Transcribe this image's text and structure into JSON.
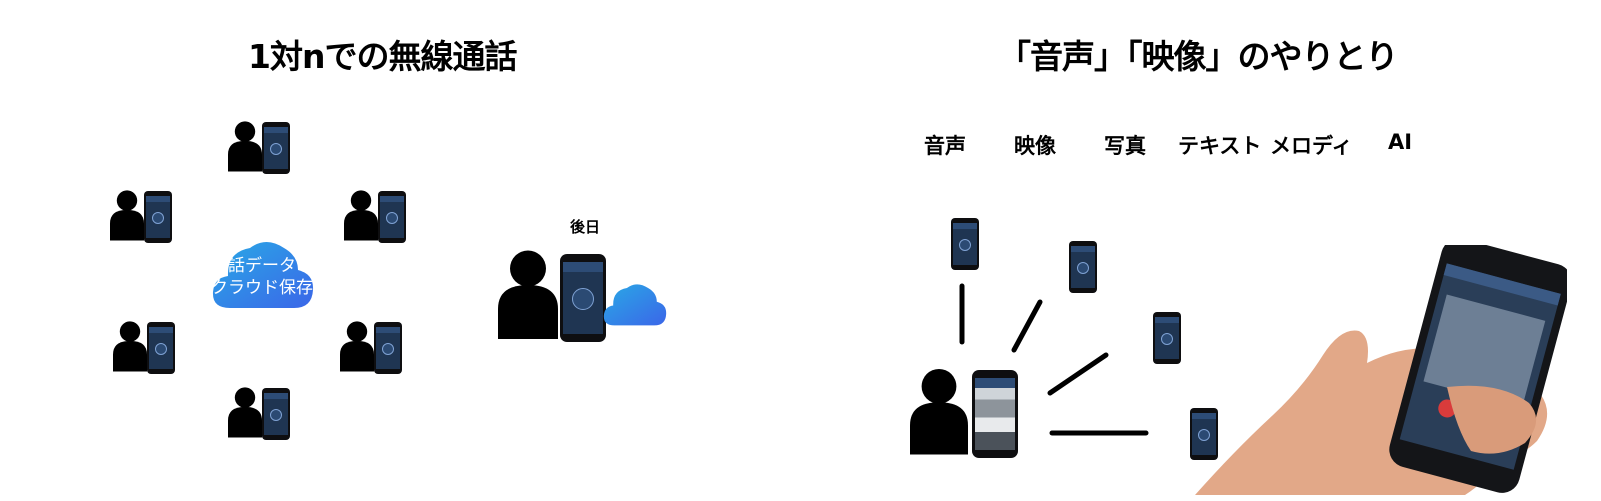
{
  "left": {
    "title": "1対nでの無線通話",
    "cloud_label_line1": "会話データを",
    "cloud_label_line2": "クラウド保存",
    "later_label": "後日"
  },
  "right": {
    "title": "「音声」「映像」のやりとり",
    "categories": [
      "音声",
      "映像",
      "写真",
      "テキスト",
      "メロディ",
      "AI"
    ]
  },
  "colors": {
    "cloud_gradient_start": "#29a9e6",
    "cloud_gradient_end": "#3b66e8",
    "phone_screen": "#1f3552",
    "silhouette": "#000000"
  }
}
